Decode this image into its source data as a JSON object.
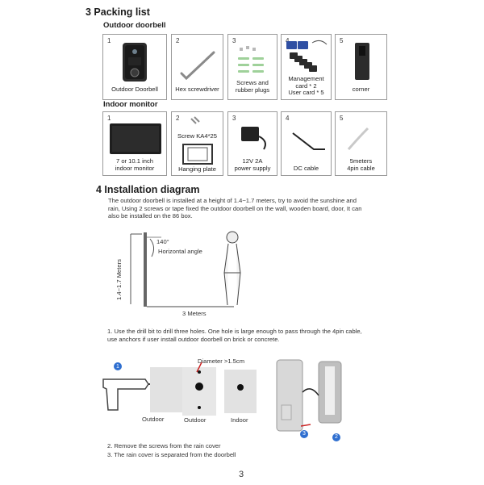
{
  "packing": {
    "title": "3  Packing list",
    "outdoor_title": "Outdoor doorbell",
    "outdoor_items": [
      {
        "num": "1",
        "label": "Outdoor Doorbell"
      },
      {
        "num": "2",
        "label": "Hex screwdriver"
      },
      {
        "num": "3",
        "label": "Screws and\nrubber plugs"
      },
      {
        "num": "4",
        "label": "Management\ncard * 2\nUser card * 5"
      },
      {
        "num": "5",
        "label": "corner"
      }
    ],
    "indoor_title": "Indoor monitor",
    "indoor_items": [
      {
        "num": "1",
        "label": "7 or 10.1 inch\nindoor monitor"
      },
      {
        "num": "2",
        "label": "Hanging plate",
        "extra": "Screw KA4*25"
      },
      {
        "num": "3",
        "label": "12V 2A\npower supply"
      },
      {
        "num": "4",
        "label": "DC cable"
      },
      {
        "num": "5",
        "label": "5meters\n4pin cable"
      }
    ]
  },
  "install": {
    "title": "4  Installation diagram",
    "intro": "The outdoor doorbell is installed at a height of 1.4~1.7 meters, try to avoid the sunshine and rain, Using 2 screws or tape fixed the  outdoor doorbell on the wall, wooden board, door, It can also be installed on the 86 box.",
    "diagram": {
      "angle": "140°",
      "angle_label": "Horizontal angle",
      "height_label": "1.4~1.7 Meters",
      "distance_label": "3 Meters"
    },
    "step1": "1.  Use the drill bit to drill three holes. One hole is large enough to pass through the 4pin cable, use anchors if user install outdoor doorbell on brick or concrete.",
    "diameter_label": "Diameter >1.5cm",
    "panel_labels": [
      "Outdoor",
      "Outdoor",
      "Indoor"
    ],
    "badges": [
      "1",
      "2",
      "3"
    ],
    "step2": "2.  Remove the screws from the rain cover",
    "step3": "3.  The rain cover is separated from the doorbell"
  },
  "page_number": "3"
}
